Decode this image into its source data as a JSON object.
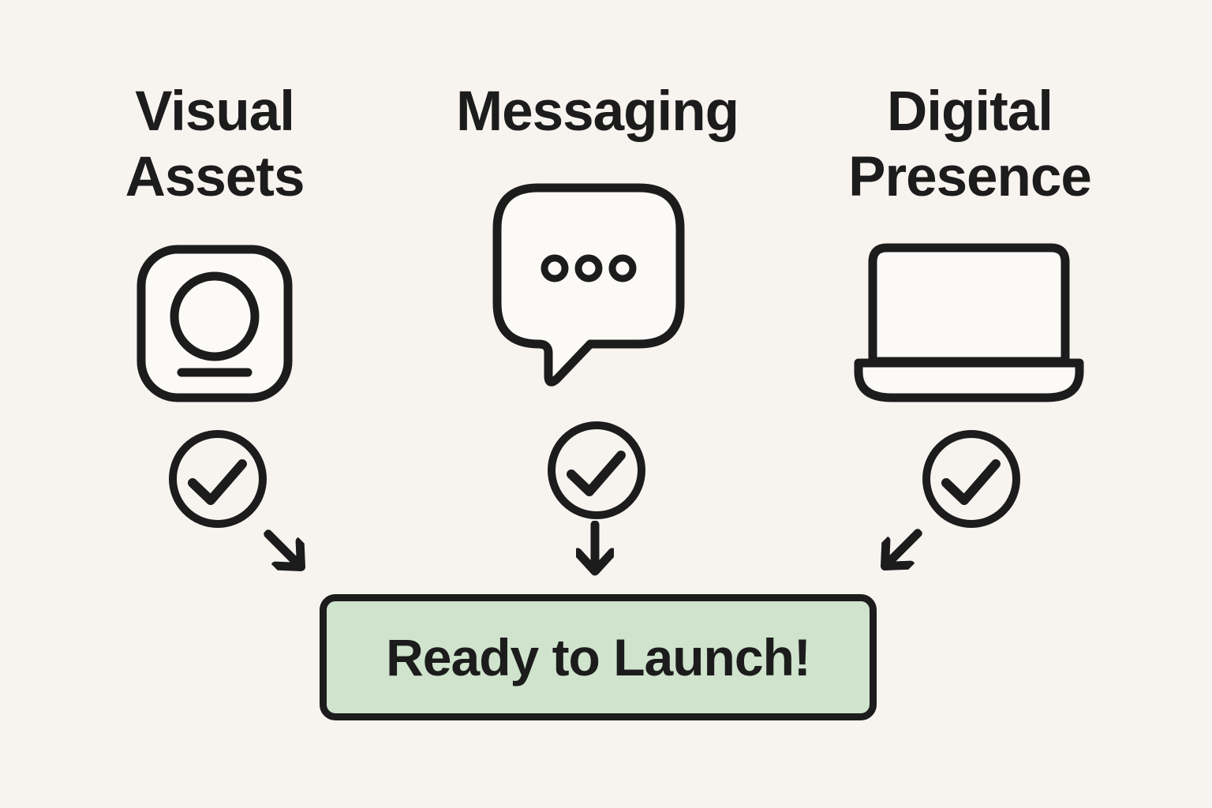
{
  "colors": {
    "background": "#f7f4f0",
    "ink": "#1c1c1c",
    "icon_fill": "#fbfaf7",
    "result_fill": "#cfe3cd"
  },
  "columns": [
    {
      "label": "Visual Assets",
      "icon": "image-avatar-icon",
      "status_icon": "check-circle-icon",
      "flow_icon": "arrow-down-right-icon"
    },
    {
      "label": "Messaging",
      "icon": "speech-bubble-icon",
      "status_icon": "check-circle-icon",
      "flow_icon": "arrow-down-icon"
    },
    {
      "label": "Digital Presence",
      "icon": "laptop-icon",
      "status_icon": "check-circle-icon",
      "flow_icon": "arrow-down-left-icon"
    }
  ],
  "result": {
    "label": "Ready to Launch!"
  }
}
